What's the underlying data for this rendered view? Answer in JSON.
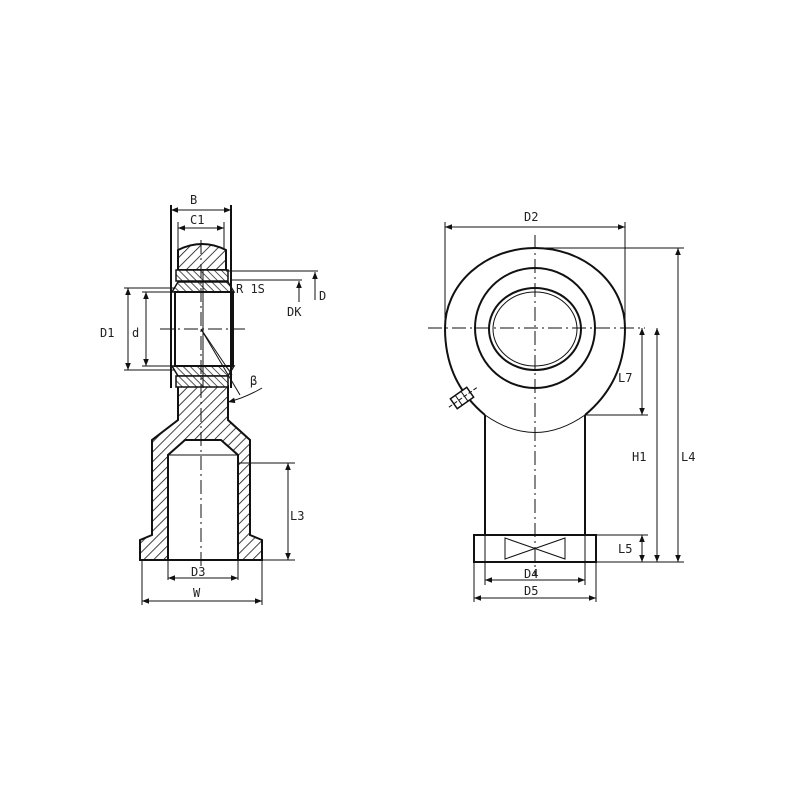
{
  "title": "Rod end bearing with female thread - dimension drawing",
  "side_view": {
    "labels": {
      "B": "B",
      "C1": "C1",
      "R": "R 1S",
      "D": "D",
      "DK": "DK",
      "D1": "D1",
      "d": "d",
      "beta": "β",
      "L3": "L3",
      "D3": "D3",
      "W": "W"
    }
  },
  "front_view": {
    "labels": {
      "D2": "D2",
      "L7": "L7",
      "H1": "H1",
      "L4": "L4",
      "L5": "L5",
      "D4": "D4",
      "D5": "D5"
    }
  },
  "colors": {
    "line": "#111111",
    "background": "#ffffff"
  }
}
